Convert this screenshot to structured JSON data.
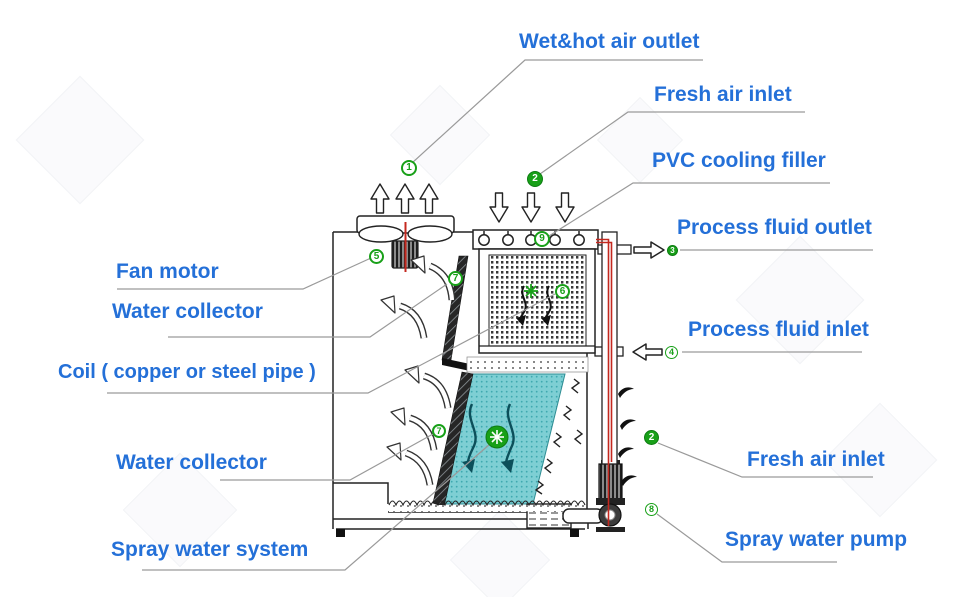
{
  "diagram": {
    "labels": {
      "wet_hot_air_outlet": "Wet&hot air outlet",
      "fresh_air_inlet_top": "Fresh air inlet",
      "pvc_cooling_filler": "PVC cooling filler",
      "process_fluid_outlet": "Process fluid outlet",
      "process_fluid_inlet": "Process fluid inlet",
      "fresh_air_inlet_right": "Fresh air inlet",
      "spray_water_pump": "Spray water pump",
      "fan_motor": "Fan motor",
      "water_collector_upper": "Water collector",
      "coil": "Coil ( copper or steel pipe )",
      "water_collector_lower": "Water collector",
      "spray_water_system": "Spray water system"
    },
    "badges": {
      "n1": "1",
      "n2_top": "2",
      "n9": "9",
      "n3": "3",
      "n4": "4",
      "n5": "5",
      "n7_upper": "7",
      "n6": "6",
      "n7_lower": "7",
      "n2_right": "2",
      "n8": "8"
    },
    "colors": {
      "label_blue": "#2470d8",
      "badge_green": "#18a018",
      "water_teal": "#7ecfd4",
      "pipe_red": "#c4281f",
      "leader_gray": "#9a9a9a"
    }
  }
}
